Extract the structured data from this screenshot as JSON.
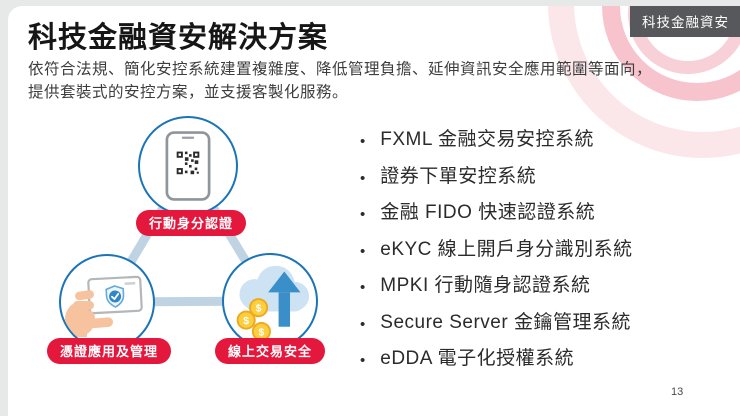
{
  "page": {
    "tag": "科技金融資安",
    "page_number": "13"
  },
  "header": {
    "title": "科技金融資安解決方案",
    "subtitle_lines": [
      "依符合法規、簡化安控系統建置複雜度、降低管理負擔、延伸資訊安全應用範圍等面向，",
      "提供套裝式的安控方案，並支援客製化服務。"
    ]
  },
  "diagram": {
    "nodes": [
      {
        "label": "行動身分認證",
        "icon": "phone-qr-icon"
      },
      {
        "label": "憑證應用及管理",
        "icon": "hand-card-shield-icon"
      },
      {
        "label": "線上交易安全",
        "icon": "cloud-arrow-coins-icon"
      }
    ],
    "colors": {
      "circle_border": "#1b74b8",
      "connector": "#c0d3e2",
      "badge_bg": "#e4173d",
      "badge_text": "#ffffff",
      "tag_bg": "#57585b",
      "deco_pink": "#e9647d",
      "coin_gold": "#fbcf3f",
      "arrow_blue": "#3b8fc9",
      "cloud_blue": "#cde3f4"
    }
  },
  "solutions": {
    "items": [
      "FXML 金融交易安控系統",
      "證券下單安控系統",
      "金融 FIDO 快速認證系統",
      "eKYC 線上開戶身分識別系統",
      "MPKI 行動隨身認證系統",
      "Secure Server 金鑰管理系統",
      "eDDA 電子化授權系統"
    ]
  }
}
